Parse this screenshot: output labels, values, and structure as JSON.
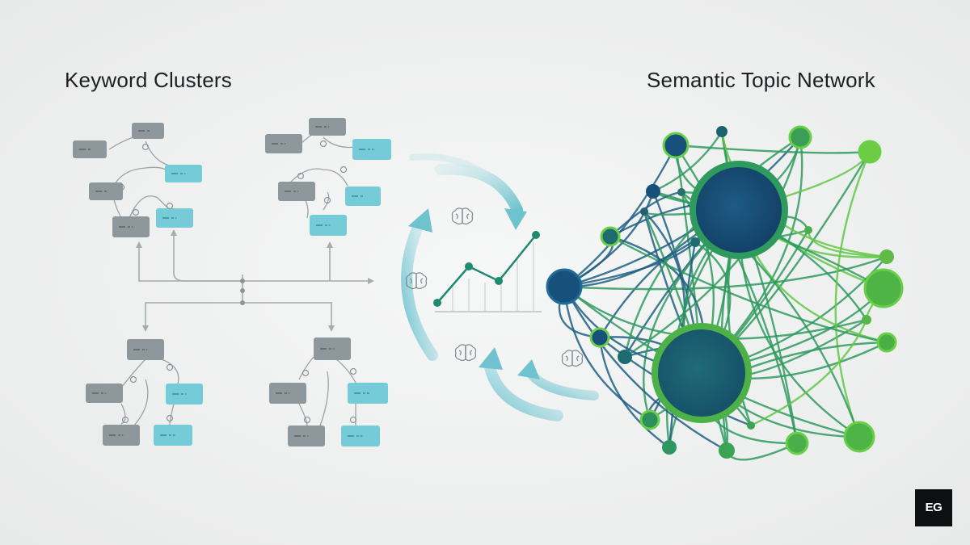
{
  "headings": {
    "left": "Keyword Clusters",
    "right": "Semantic Topic Network"
  },
  "logo": {
    "text": "EG"
  },
  "colors": {
    "gray_box": "#8e979c",
    "teal_box": "#76cbd8",
    "connector": "#9aa3a6",
    "arrow": "#7cc8d2",
    "chart_line": "#1f8a70",
    "network_blue": "#17507a",
    "network_green": "#3aa455",
    "network_lime": "#6cd043"
  },
  "icons": [
    "brain-icon",
    "trend-chart-icon"
  ]
}
